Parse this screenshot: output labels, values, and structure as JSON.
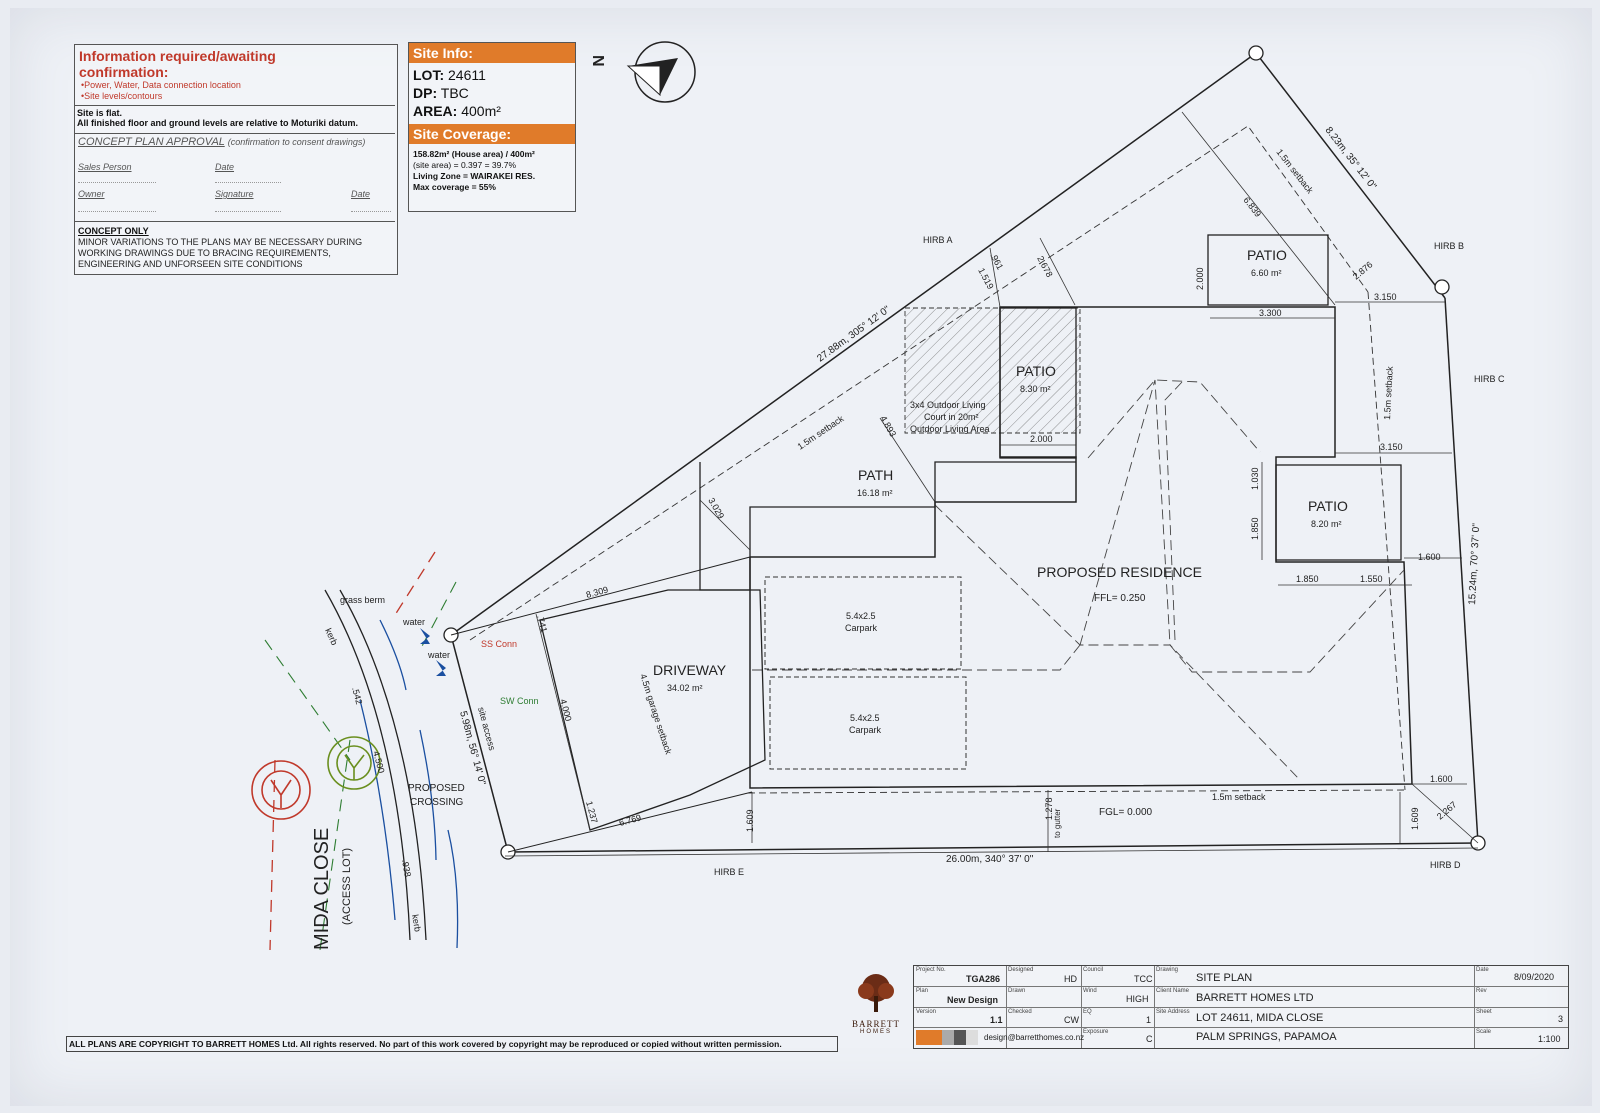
{
  "info_box": {
    "title": "Information required/awaiting confirmation:",
    "bullets": [
      "•Power, Water, Data connection location",
      "•Site levels/contours"
    ],
    "note_line1": "Site is flat.",
    "note_line2": "All finished floor and ground levels are relative to Moturiki datum.",
    "approval_title": "CONCEPT PLAN APPROVAL",
    "approval_sub": "(confirmation to consent drawings)",
    "sales_person": "Sales Person",
    "date": "Date",
    "owner": "Owner",
    "signature": "Signature",
    "concept_only": "CONCEPT ONLY",
    "disclaimer": "MINOR VARIATIONS TO THE PLANS MAY BE NECESSARY DURING WORKING DRAWINGS DUE TO BRACING REQUIREMENTS, ENGINEERING AND UNFORSEEN SITE CONDITIONS"
  },
  "site_info": {
    "header": "Site Info:",
    "lot_label": "LOT:",
    "lot": "24611",
    "dp_label": "DP:",
    "dp": "TBC",
    "area_label": "AREA:",
    "area": "400m²",
    "coverage_header": "Site Coverage:",
    "coverage_line1": "158.82m² (House area) / 400m²",
    "coverage_line2": "(site area) = 0.397 = 39.7%",
    "coverage_line3": "Living Zone = WAIRAKEI RES.",
    "coverage_line4": "Max coverage = 55%"
  },
  "north": "N",
  "plan_labels": {
    "patio_top": "PATIO",
    "patio_top_area": "6.60 m²",
    "patio_mid": "PATIO",
    "patio_mid_area": "8.30 m²",
    "patio_right": "PATIO",
    "patio_right_area": "8.20 m²",
    "path": "PATH",
    "path_area": "16.18 m²",
    "residence": "PROPOSED RESIDENCE",
    "ffl": "FFL= 0.250",
    "fgl": "FGL= 0.000",
    "driveway": "DRIVEWAY",
    "driveway_area": "34.02 m²",
    "carpark_size": "5.4x2.5",
    "carpark": "Carpark",
    "outdoor1": "3x4 Outdoor Living",
    "outdoor2": "Court in 20m²",
    "outdoor3": "Outdoor Living Area",
    "garage_setback": "4.5m garage setback",
    "setback": "1.5m setback",
    "hirb_a": "HIRB A",
    "hirb_b": "HIRB B",
    "hirb_c": "HIRB C",
    "hirb_d": "HIRB D",
    "hirb_e": "HIRB E",
    "bound_top": "27.88m, 305° 12' 0\"",
    "bound_ne": "8.23m, 35° 12' 0\"",
    "bound_e": "15.24m, 70° 37' 0\"",
    "bound_s": "26.00m, 340° 37' 0\"",
    "bound_w": "5.98m, 56° 14' 0\"",
    "site_access": "site access",
    "grass_berm": "grass berm",
    "kerb": "kerb",
    "water": "water",
    "ss_conn": "SS Conn",
    "sw_conn": "SW Conn",
    "proposed_crossing1": "PROPOSED",
    "proposed_crossing2": "CROSSING",
    "street": "MIDA CLOSE",
    "street_sub": "(ACCESS LOT)",
    "to_gutter": "to gutter",
    "dims": {
      "d6839": "6.839",
      "d2678": "2.678",
      "d1519": "1.519",
      "d2000": "2.000",
      "d3300": "3.300",
      "d2876": "2.876",
      "d3150a": "3.150",
      "d3150b": "3.150",
      "d1030": "1.030",
      "d1850v": "1.850",
      "d1850h": "1.850",
      "d1550": "1.550",
      "d1600a": "1.600",
      "d1600b": "1.600",
      "d2267": "2.267",
      "d1609a": "1.609",
      "d1609b": "1.609",
      "d4893": "4.893",
      "d3029": "3.029",
      "d8309": "8.309",
      "d741": ".741",
      "d4000": "4.000",
      "d1237": "1.237",
      "d6769": "6.769",
      "d542": ".542",
      "d4500": "4.500",
      "d938": ".938",
      "d2000b": "2.000",
      "d1278": "1.278",
      "d961": ".961"
    }
  },
  "title_block": {
    "project_no_cap": "Project No.",
    "project_no": "TGA286",
    "designed_cap": "Designed",
    "designed": "HD",
    "council_cap": "Council",
    "council": "TCC",
    "drawing_cap": "Drawing",
    "drawing": "SITE PLAN",
    "date_cap": "Date",
    "date": "8/09/2020",
    "plan_cap": "Plan",
    "plan": "New Design",
    "drawn_cap": "Drawn",
    "drawn": "",
    "wind_cap": "Wind",
    "wind": "HIGH",
    "client_cap": "Client Name",
    "client": "BARRETT HOMES LTD",
    "rev_cap": "Rev",
    "version_cap": "Version",
    "version": "1.1",
    "checked_cap": "Checked",
    "checked": "CW",
    "eq_cap": "EQ",
    "eq": "1",
    "address_cap": "Site Address",
    "address1": "LOT 24611, MIDA CLOSE",
    "sheet_cap": "Sheet",
    "sheet": "3",
    "email": "design@barretthomes.co.nz",
    "exposure_cap": "Exposure",
    "exposure": "C",
    "address2": "PALM SPRINGS, PAPAMOA",
    "scale_cap": "Scale",
    "scale": "1:100",
    "brand": "BARRETT",
    "brand_sub": "HOMES"
  },
  "copyright": "ALL PLANS ARE COPYRIGHT TO BARRETT HOMES Ltd. All rights reserved. No part of this work covered by copyright may be reproduced or copied without written permission."
}
